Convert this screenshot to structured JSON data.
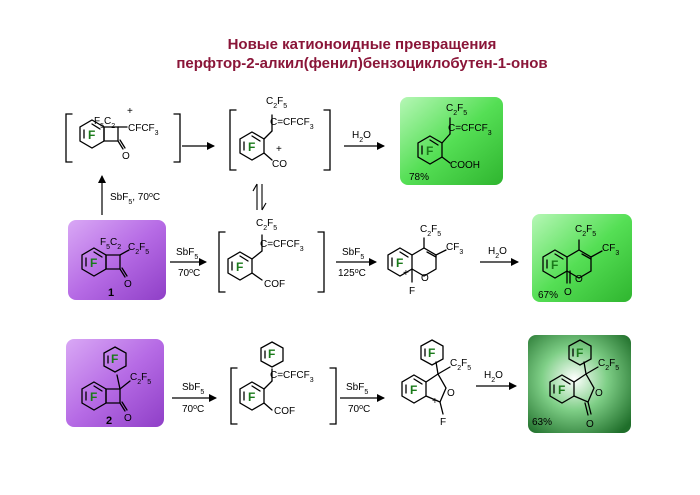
{
  "title": {
    "line1": "Новые катионоидные превращения",
    "line2": "перфтор-2-алкил(фенил)бензоциклобутен-1-онов"
  },
  "labels": {
    "c2f5": "C2F5",
    "f5c2": "F5C2",
    "cfcf3": "C=CFCF3",
    "cfcf3_plus": "CFCF3",
    "cf3": "CF3",
    "co_plus": "CO",
    "cof": "COF",
    "cooh": "COOH",
    "o": "O",
    "f": "F",
    "ring_f": "F",
    "plus": "+"
  },
  "reagents": {
    "sbf5_70": "SbF5, 70oC",
    "sbf5": "SbF5",
    "t70": "70oC",
    "t125": "125oC",
    "h2o": "H2O"
  },
  "compounds": {
    "c1": "1",
    "c2": "2"
  },
  "yields": {
    "y78": "78%",
    "y67": "67%",
    "y63": "63%"
  },
  "colors": {
    "title": "#8a1538",
    "violet": "#b86ae6",
    "light_green": "#5ee65e",
    "dark_green": "#2f8a3a",
    "ring_f": "#1a7a1a"
  }
}
